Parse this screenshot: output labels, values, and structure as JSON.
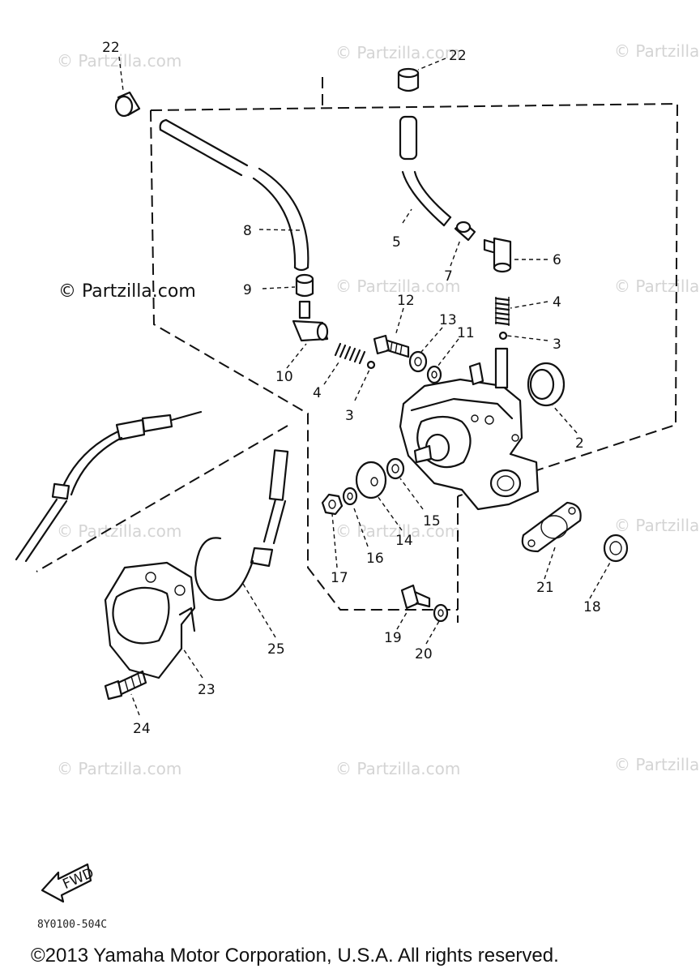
{
  "watermarks": [
    "© Partzilla.com",
    "© Partzilla.com",
    "© Partzilla.com",
    "© Partzilla.com",
    "© Partzilla.com",
    "© Partzilla.com",
    "© Partzilla.com",
    "© Partzilla.com",
    "© Partzilla.com",
    "© Partzilla.com",
    "© Partzilla.com"
  ],
  "watermark_main": "© Partzilla.com",
  "part_labels": [
    "22",
    "22",
    "8",
    "5",
    "7",
    "6",
    "9",
    "12",
    "13",
    "11",
    "4",
    "3",
    "10",
    "4",
    "3",
    "2",
    "15",
    "14",
    "16",
    "17",
    "21",
    "18",
    "19",
    "20",
    "25",
    "23",
    "24"
  ],
  "fwd_label": "FWD",
  "diagram_code": "8Y0100-504C",
  "copyright": "©2013 Yamaha Motor Corporation, U.S.A. All rights reserved."
}
